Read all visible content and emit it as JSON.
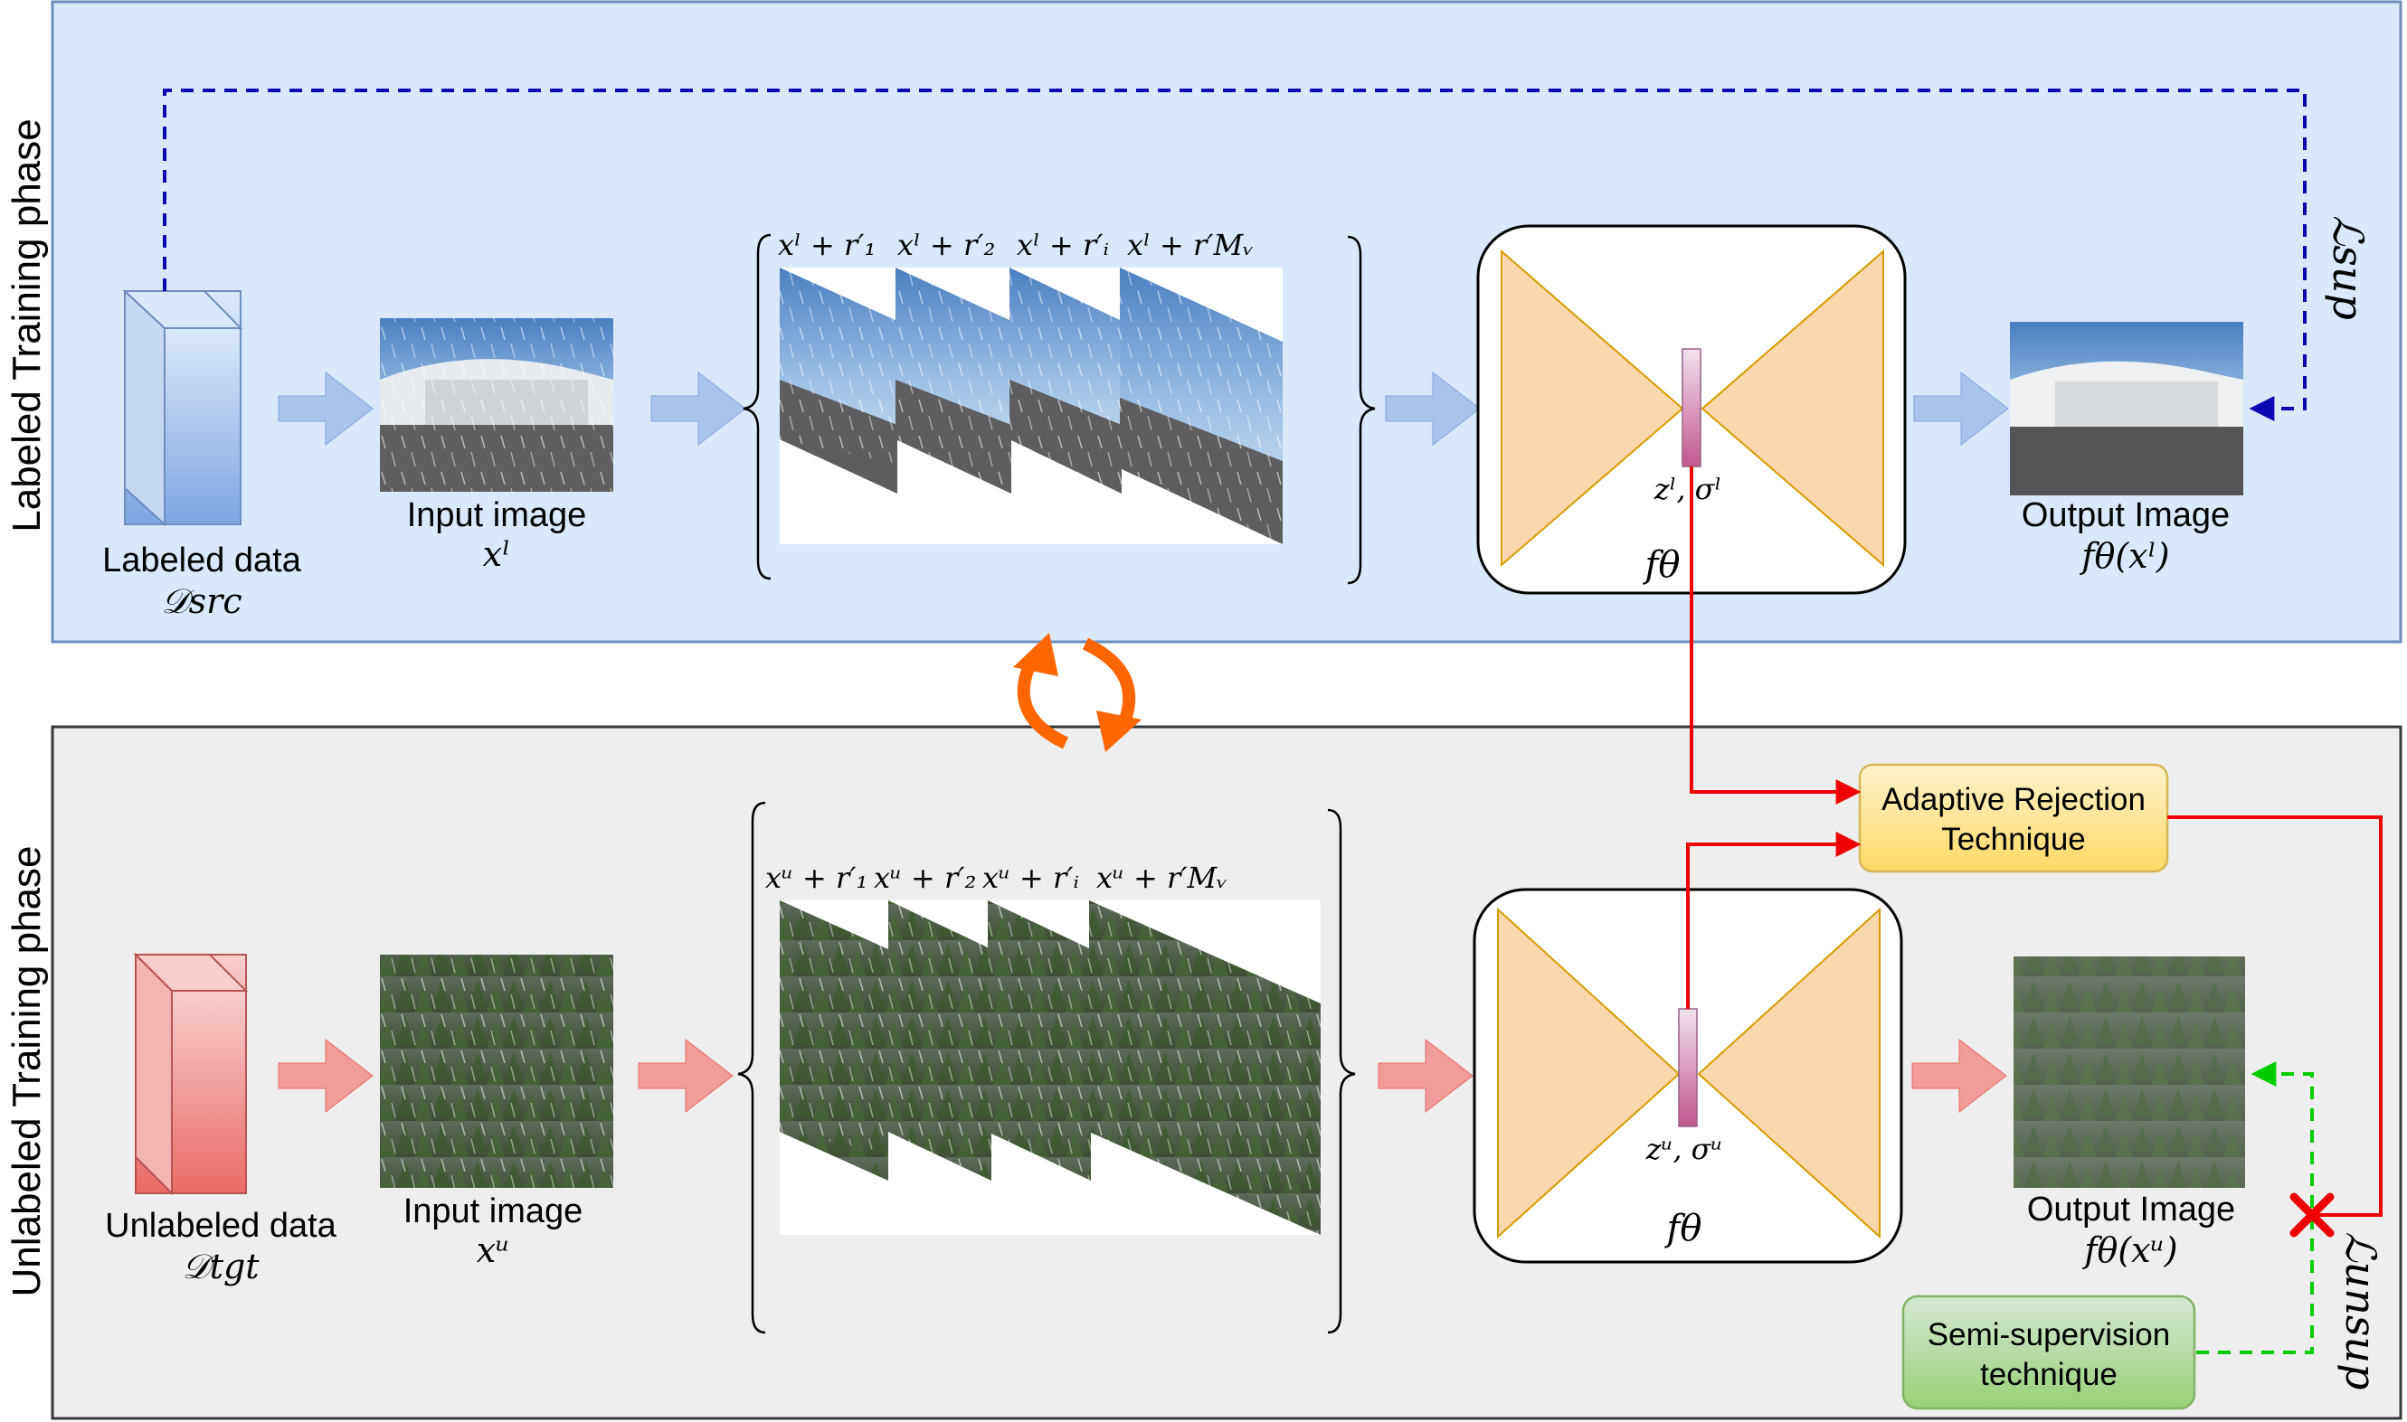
{
  "phases": {
    "labeled": {
      "title": "Labeled Training phase",
      "data_label": "Labeled data",
      "data_symbol": "𝒟src",
      "input_label": "Input image",
      "input_symbol": "xˡ",
      "aug_labels": [
        "xˡ + r′₁",
        "xˡ + r′₂",
        "xˡ + r′ᵢ",
        "xˡ + r′Mᵥ"
      ],
      "latent_label": "zˡ, σˡ",
      "model_label": "fθ",
      "output_label": "Output Image",
      "output_symbol": "fθ(xˡ)",
      "loss_label": "ℒsup"
    },
    "unlabeled": {
      "title": "Unlabeled Training phase",
      "data_label": "Unlabeled data",
      "data_symbol": "𝒟tgt",
      "input_label": "Input image",
      "input_symbol": "xᵘ",
      "aug_labels": [
        "xᵘ + r′₁",
        "xᵘ + r′₂",
        "xᵘ + r′ᵢ",
        "xᵘ + r′Mᵥ"
      ],
      "latent_label": "zᵘ, σᵘ",
      "model_label": "fθ",
      "output_label": "Output Image",
      "output_symbol": "fθ(xᵘ)",
      "loss_label": "ℒunsup"
    }
  },
  "modules": {
    "adaptive_rejection": "Adaptive Rejection Technique",
    "adaptive_rejection_lines": [
      "Adaptive Rejection",
      "Technique"
    ],
    "semi_supervision": "Semi-supervision technique",
    "semi_supervision_lines": [
      "Semi-supervision",
      "technique"
    ]
  },
  "icons": {
    "labeled_db": "cube-database-icon",
    "unlabeled_db": "cube-database-icon",
    "cycle": "cycle-arrows-icon",
    "reject": "red-cross-icon"
  },
  "colors": {
    "labeled_panel_bg": "#dae8fc",
    "labeled_panel_border": "#6c8ebf",
    "unlabeled_panel_bg": "#eeeeee",
    "unlabeled_panel_border": "#36393d",
    "blue_arrow": "#a9c4eb",
    "red_arrow": "#f19c99",
    "encoder_fill": "#fad7ac",
    "encoder_stroke": "#d79b00",
    "latent_fill": "#e6d0de",
    "dashed_blue": "#0a0ab0",
    "red_line": "#ee0000",
    "dashed_green": "#00cc00",
    "adaptive_bg": "#ffe699",
    "semi_bg": "#b9e0a5",
    "cycle_orange": "#ff6600"
  }
}
